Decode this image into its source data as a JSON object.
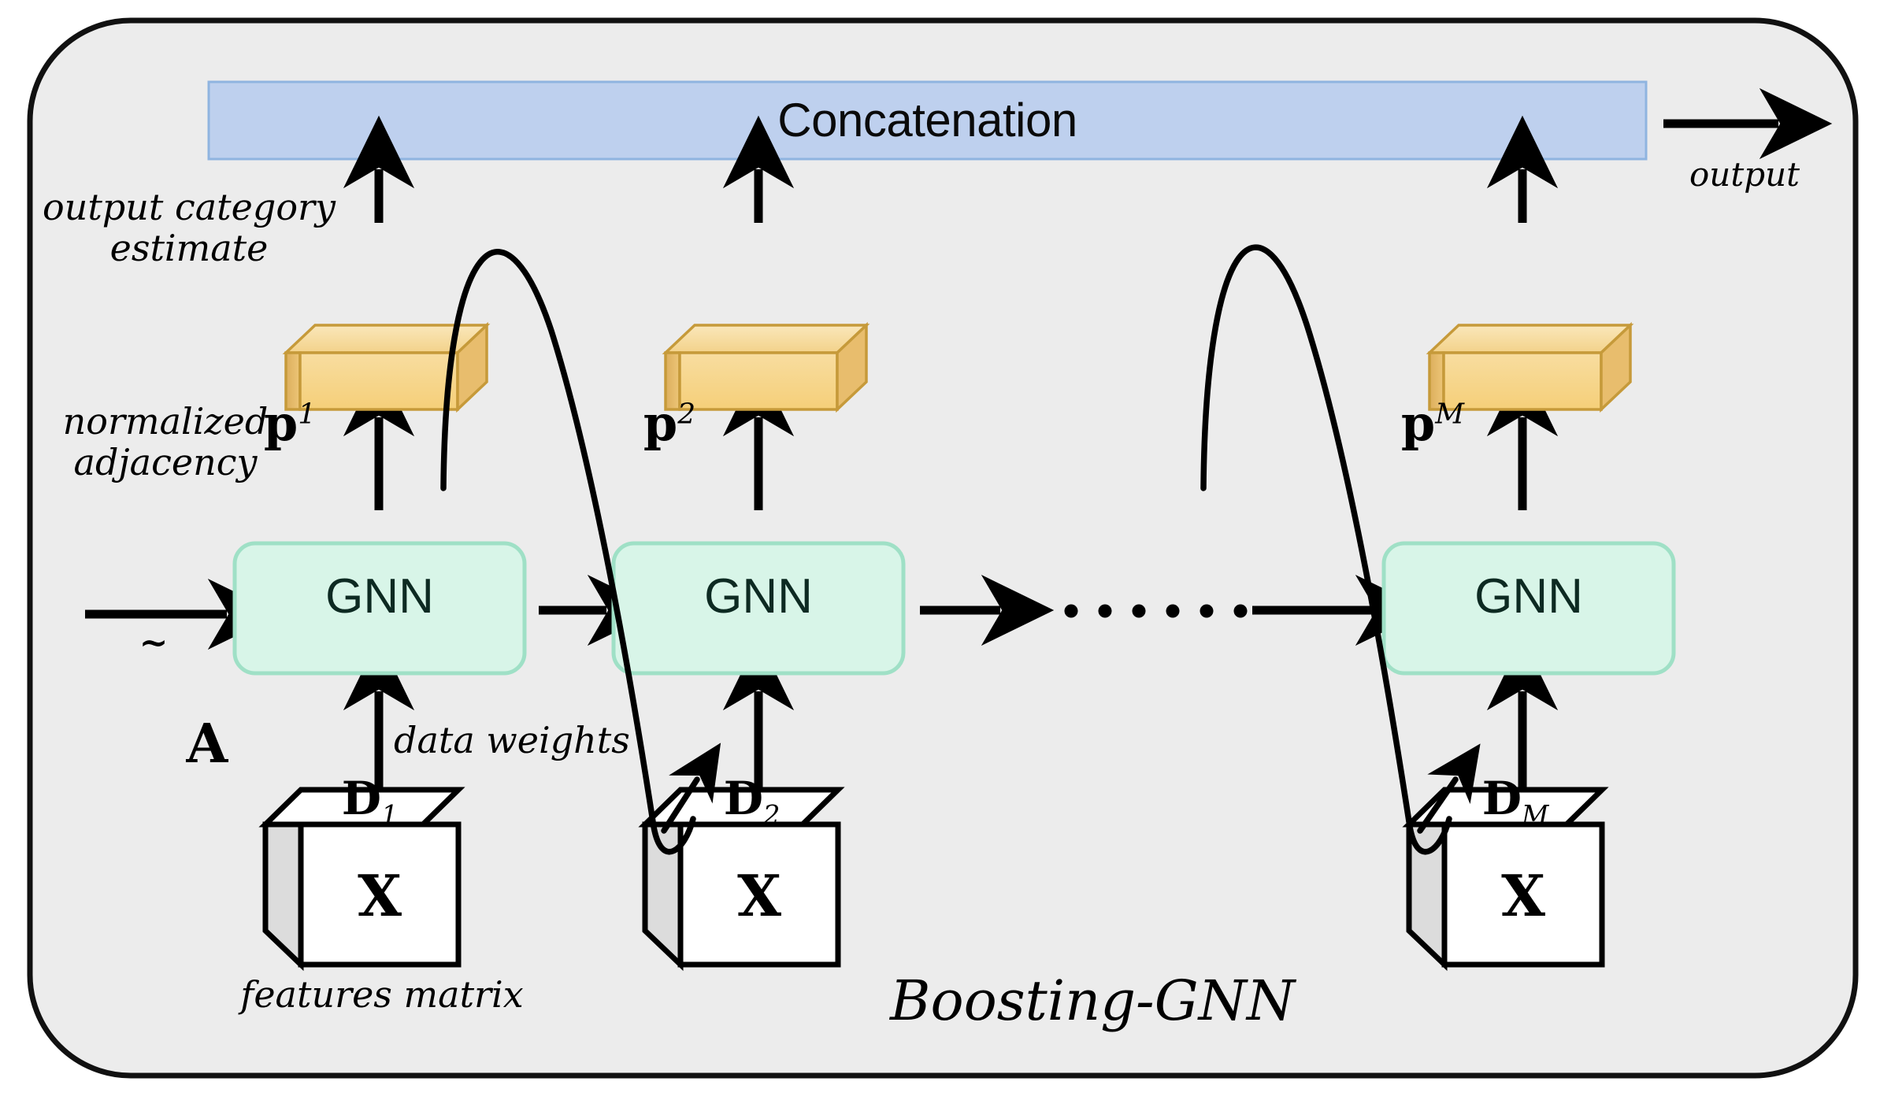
{
  "diagram": {
    "title": "Boosting-GNN",
    "container": {
      "fill": "#ececec",
      "stroke": "#000000"
    },
    "concat": {
      "label": "Concatenation",
      "fill": "#bed0ee",
      "stroke": "#8fb4e0"
    },
    "output_label": "output",
    "annotations": {
      "output_category_estimate": "output category\nestimate",
      "normalized_adjacency": "normalized\nadjacency",
      "data_weights": "data weights",
      "features_matrix": "features matrix"
    },
    "adjacency_symbol": {
      "base": "A",
      "accent": "~"
    },
    "ellipsis": "......",
    "stages": [
      {
        "id": "stage-1",
        "gnn_label": "GNN",
        "gnn_fill": "#d8f5e8",
        "gnn_stroke": "#9fe0c6",
        "p_base": "p",
        "p_sup": "1",
        "p_fill": "#f7d78f",
        "p_stroke": "#c69a3a",
        "d_base": "D",
        "d_sub": "1",
        "x_label": "X",
        "x_fill": "#ffffff",
        "x_stroke": "#000000"
      },
      {
        "id": "stage-2",
        "gnn_label": "GNN",
        "gnn_fill": "#d8f5e8",
        "gnn_stroke": "#9fe0c6",
        "p_base": "p",
        "p_sup": "2",
        "p_fill": "#f7d78f",
        "p_stroke": "#c69a3a",
        "d_base": "D",
        "d_sub": "2",
        "x_label": "X",
        "x_fill": "#ffffff",
        "x_stroke": "#000000"
      },
      {
        "id": "stage-M",
        "gnn_label": "GNN",
        "gnn_fill": "#d8f5e8",
        "gnn_stroke": "#9fe0c6",
        "p_base": "p",
        "p_sup": "M",
        "p_fill": "#f7d78f",
        "p_stroke": "#c69a3a",
        "d_base": "D",
        "d_sub": "M",
        "x_label": "X",
        "x_fill": "#ffffff",
        "x_stroke": "#000000"
      }
    ]
  }
}
